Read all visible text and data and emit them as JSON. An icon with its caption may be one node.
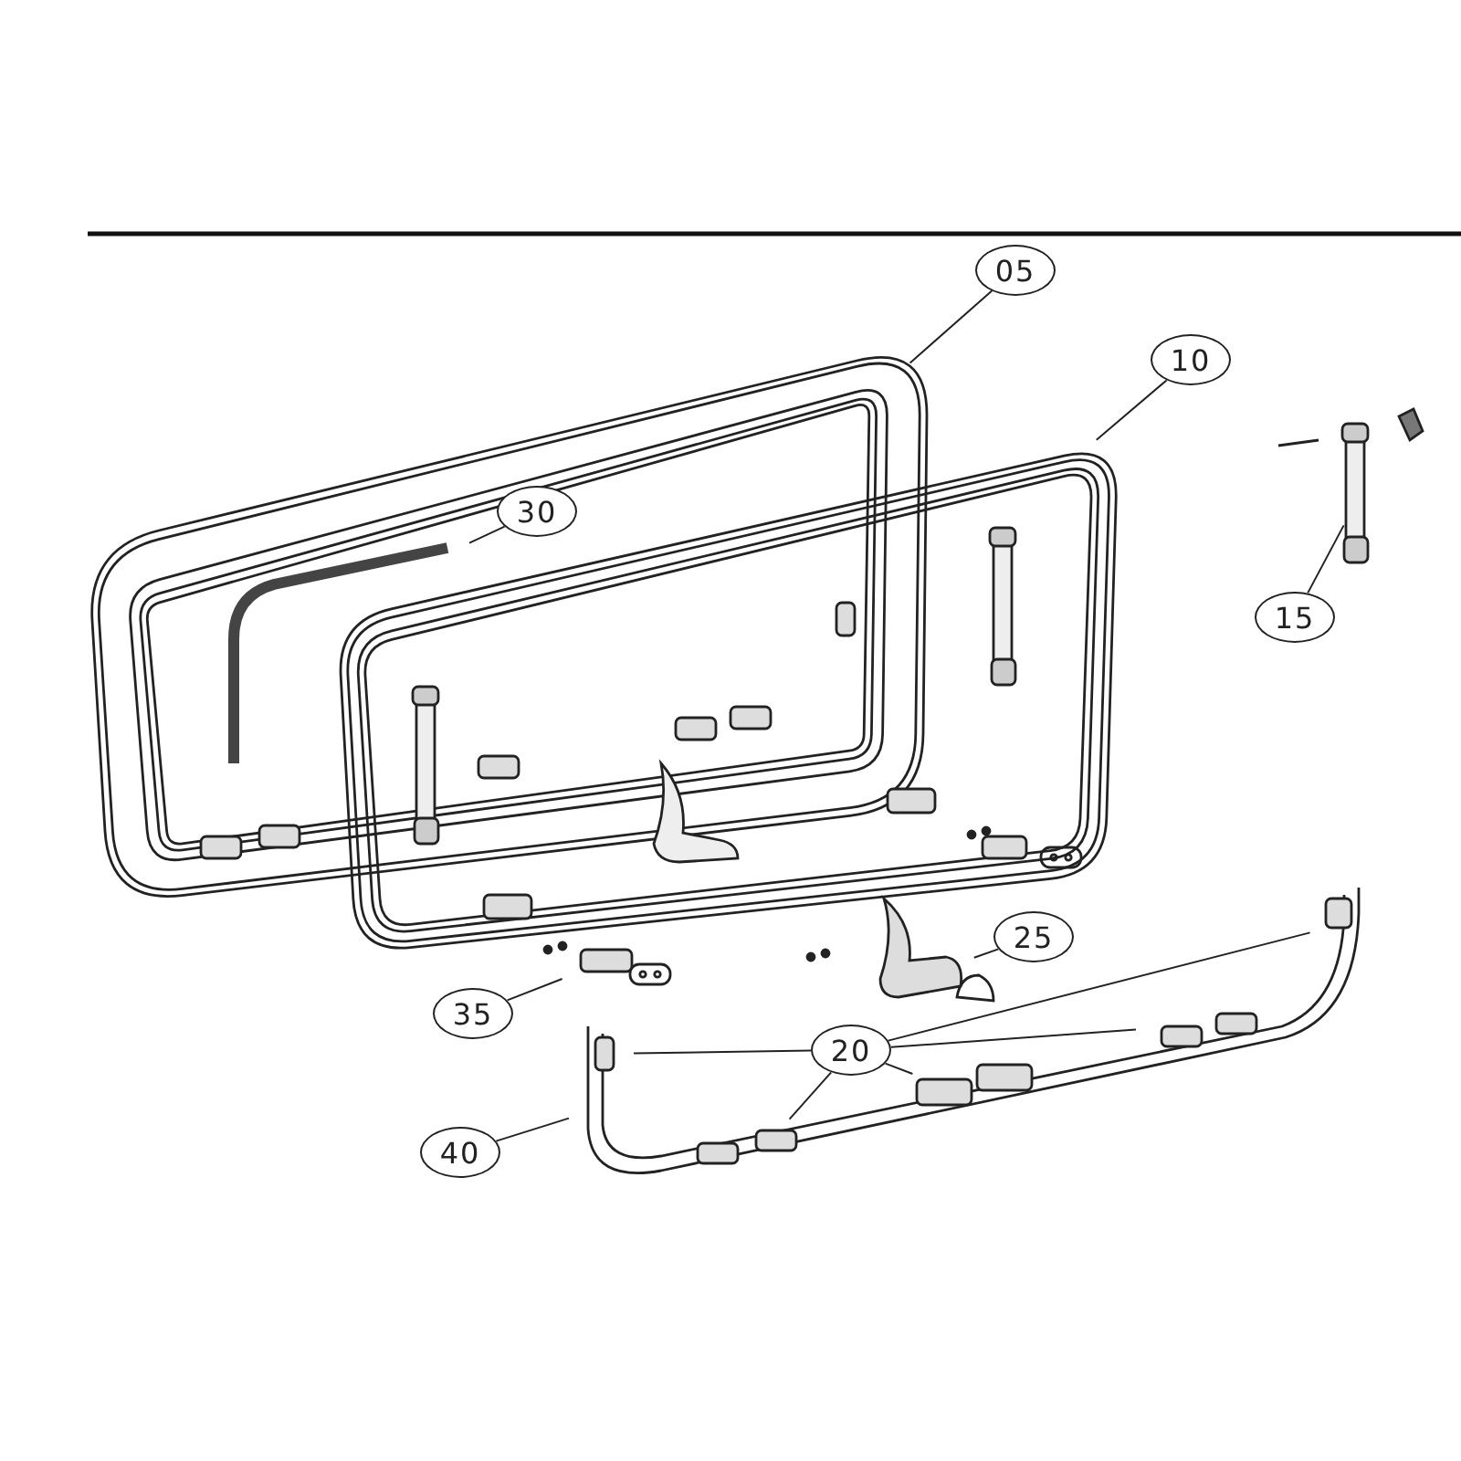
{
  "diagram": {
    "nodes": [
      {
        "text": [
          "05"
        ]
      },
      {
        "text": [
          "10"
        ]
      },
      {
        "text": [
          "30"
        ]
      },
      {
        "text": [
          "15"
        ]
      },
      {
        "text": [
          "25"
        ]
      },
      {
        "text": [
          "35"
        ]
      },
      {
        "text": [
          "20"
        ]
      },
      {
        "text": [
          "40"
        ]
      }
    ],
    "edges": [
      {
        "from": 0,
        "to": null,
        "arrow": "none"
      },
      {
        "from": 1,
        "to": null,
        "arrow": "none"
      },
      {
        "from": 2,
        "to": null,
        "arrow": "none"
      },
      {
        "from": 3,
        "to": null,
        "arrow": "none"
      },
      {
        "from": 4,
        "to": null,
        "arrow": "none"
      },
      {
        "from": 5,
        "to": null,
        "arrow": "none"
      },
      {
        "from": 6,
        "to": null,
        "arrow": "none"
      },
      {
        "from": 6,
        "to": null,
        "arrow": "none"
      },
      {
        "from": 6,
        "to": null,
        "arrow": "none"
      },
      {
        "from": 6,
        "to": null,
        "arrow": "none"
      },
      {
        "from": 6,
        "to": null,
        "arrow": "none"
      },
      {
        "from": 7,
        "to": null,
        "arrow": "none"
      }
    ]
  }
}
